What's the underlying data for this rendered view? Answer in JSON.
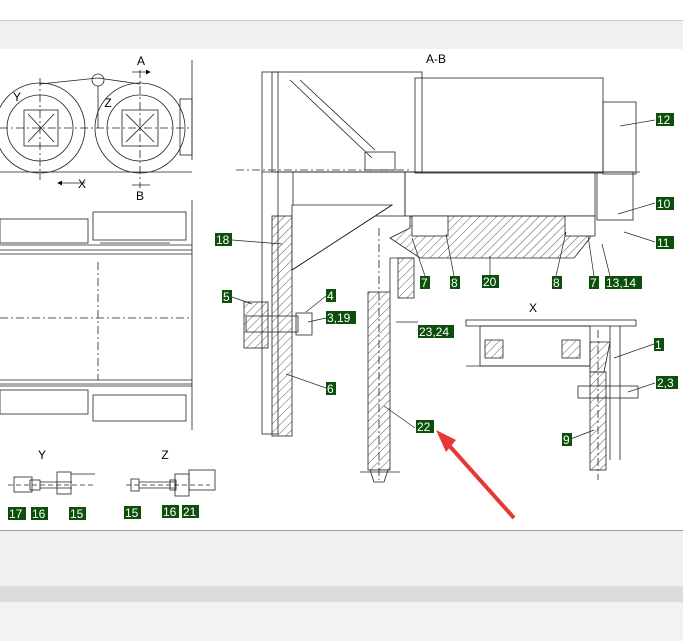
{
  "views": {
    "main_section": "A-B",
    "detail_x": "X",
    "detail_y": "Y",
    "detail_z": "Z",
    "plan_y": "Y",
    "plan_z": "Z",
    "plan_x": "X",
    "cut_a": "A",
    "cut_b": "B"
  },
  "callouts": {
    "c1": "1",
    "c23": "2,3",
    "c5": "5",
    "c4": "4",
    "c319": "3,19",
    "c6": "6",
    "c7a": "7",
    "c8a": "8",
    "c20": "20",
    "c8b": "8",
    "c7b": "7",
    "c1314": "13,14",
    "c9": "9",
    "c10": "10",
    "c11": "11",
    "c12": "12",
    "c15a": "15",
    "c15b": "15",
    "c16a": "16",
    "c16b": "16",
    "c17": "17",
    "c18": "18",
    "c21": "21",
    "c22": "22",
    "c2324": "23,24"
  },
  "colors": {
    "label_bg": "#0b4f0b",
    "label_fg": "#ffffff",
    "arrow": "#e53935"
  }
}
